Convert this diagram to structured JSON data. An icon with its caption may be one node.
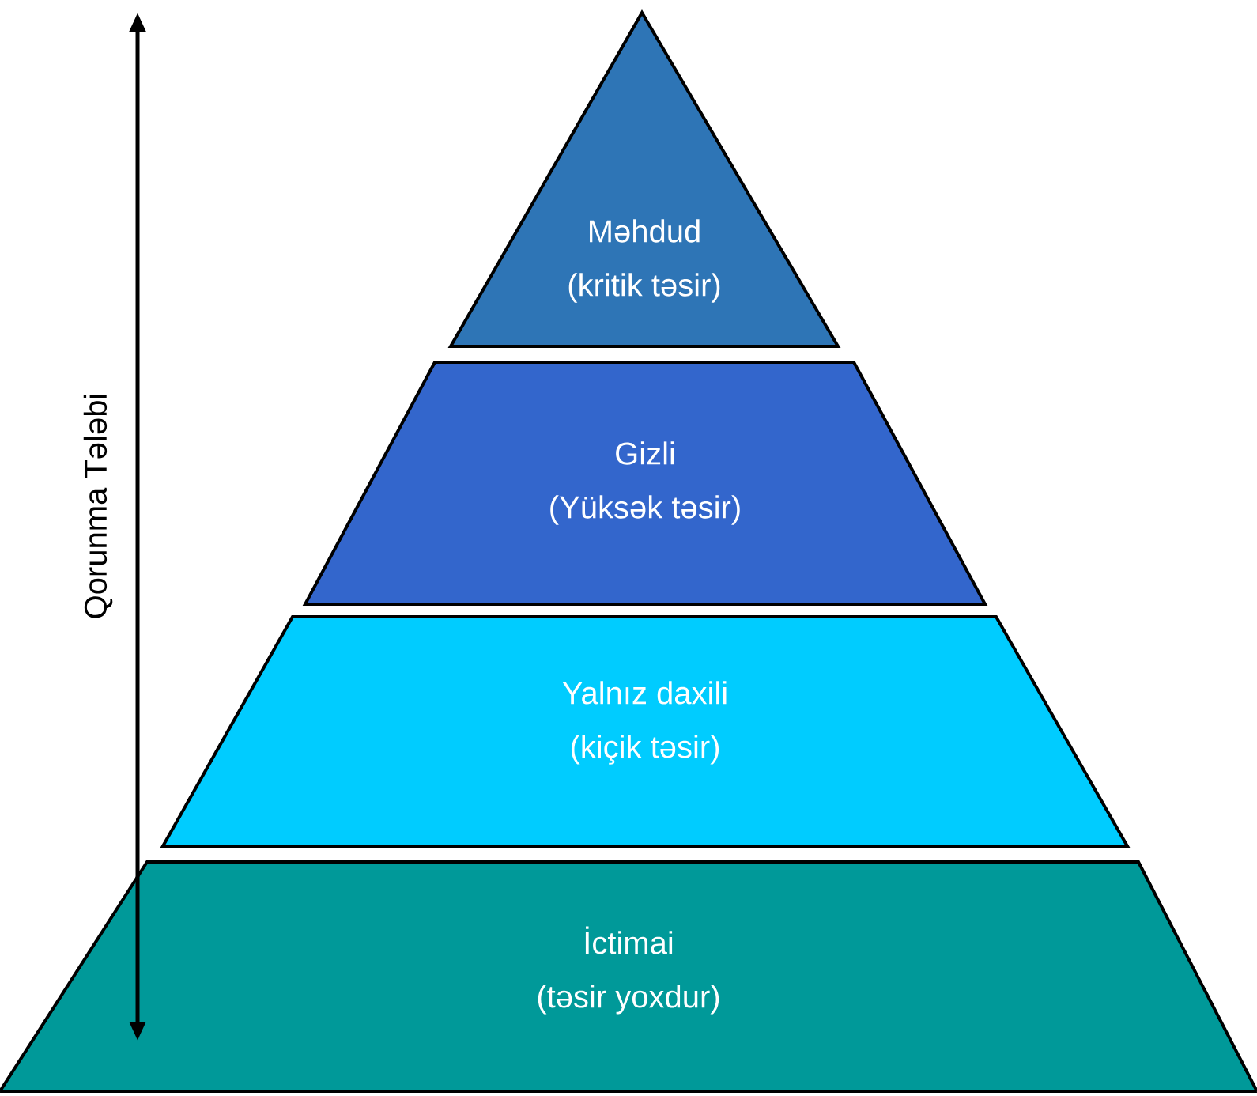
{
  "diagram": {
    "nodes": [
      {
        "text": [
          "Məhdud",
          "(kritik təsir)"
        ]
      },
      {
        "text": [
          "Gizli",
          "(Yüksək təsir)"
        ]
      },
      {
        "text": [
          "Yalnız daxili",
          "(kiçik təsir)"
        ]
      },
      {
        "text": [
          "İctimai",
          "(təsir yoxdur)"
        ]
      }
    ],
    "labels": [
      "Qorunma Tələbi"
    ]
  }
}
